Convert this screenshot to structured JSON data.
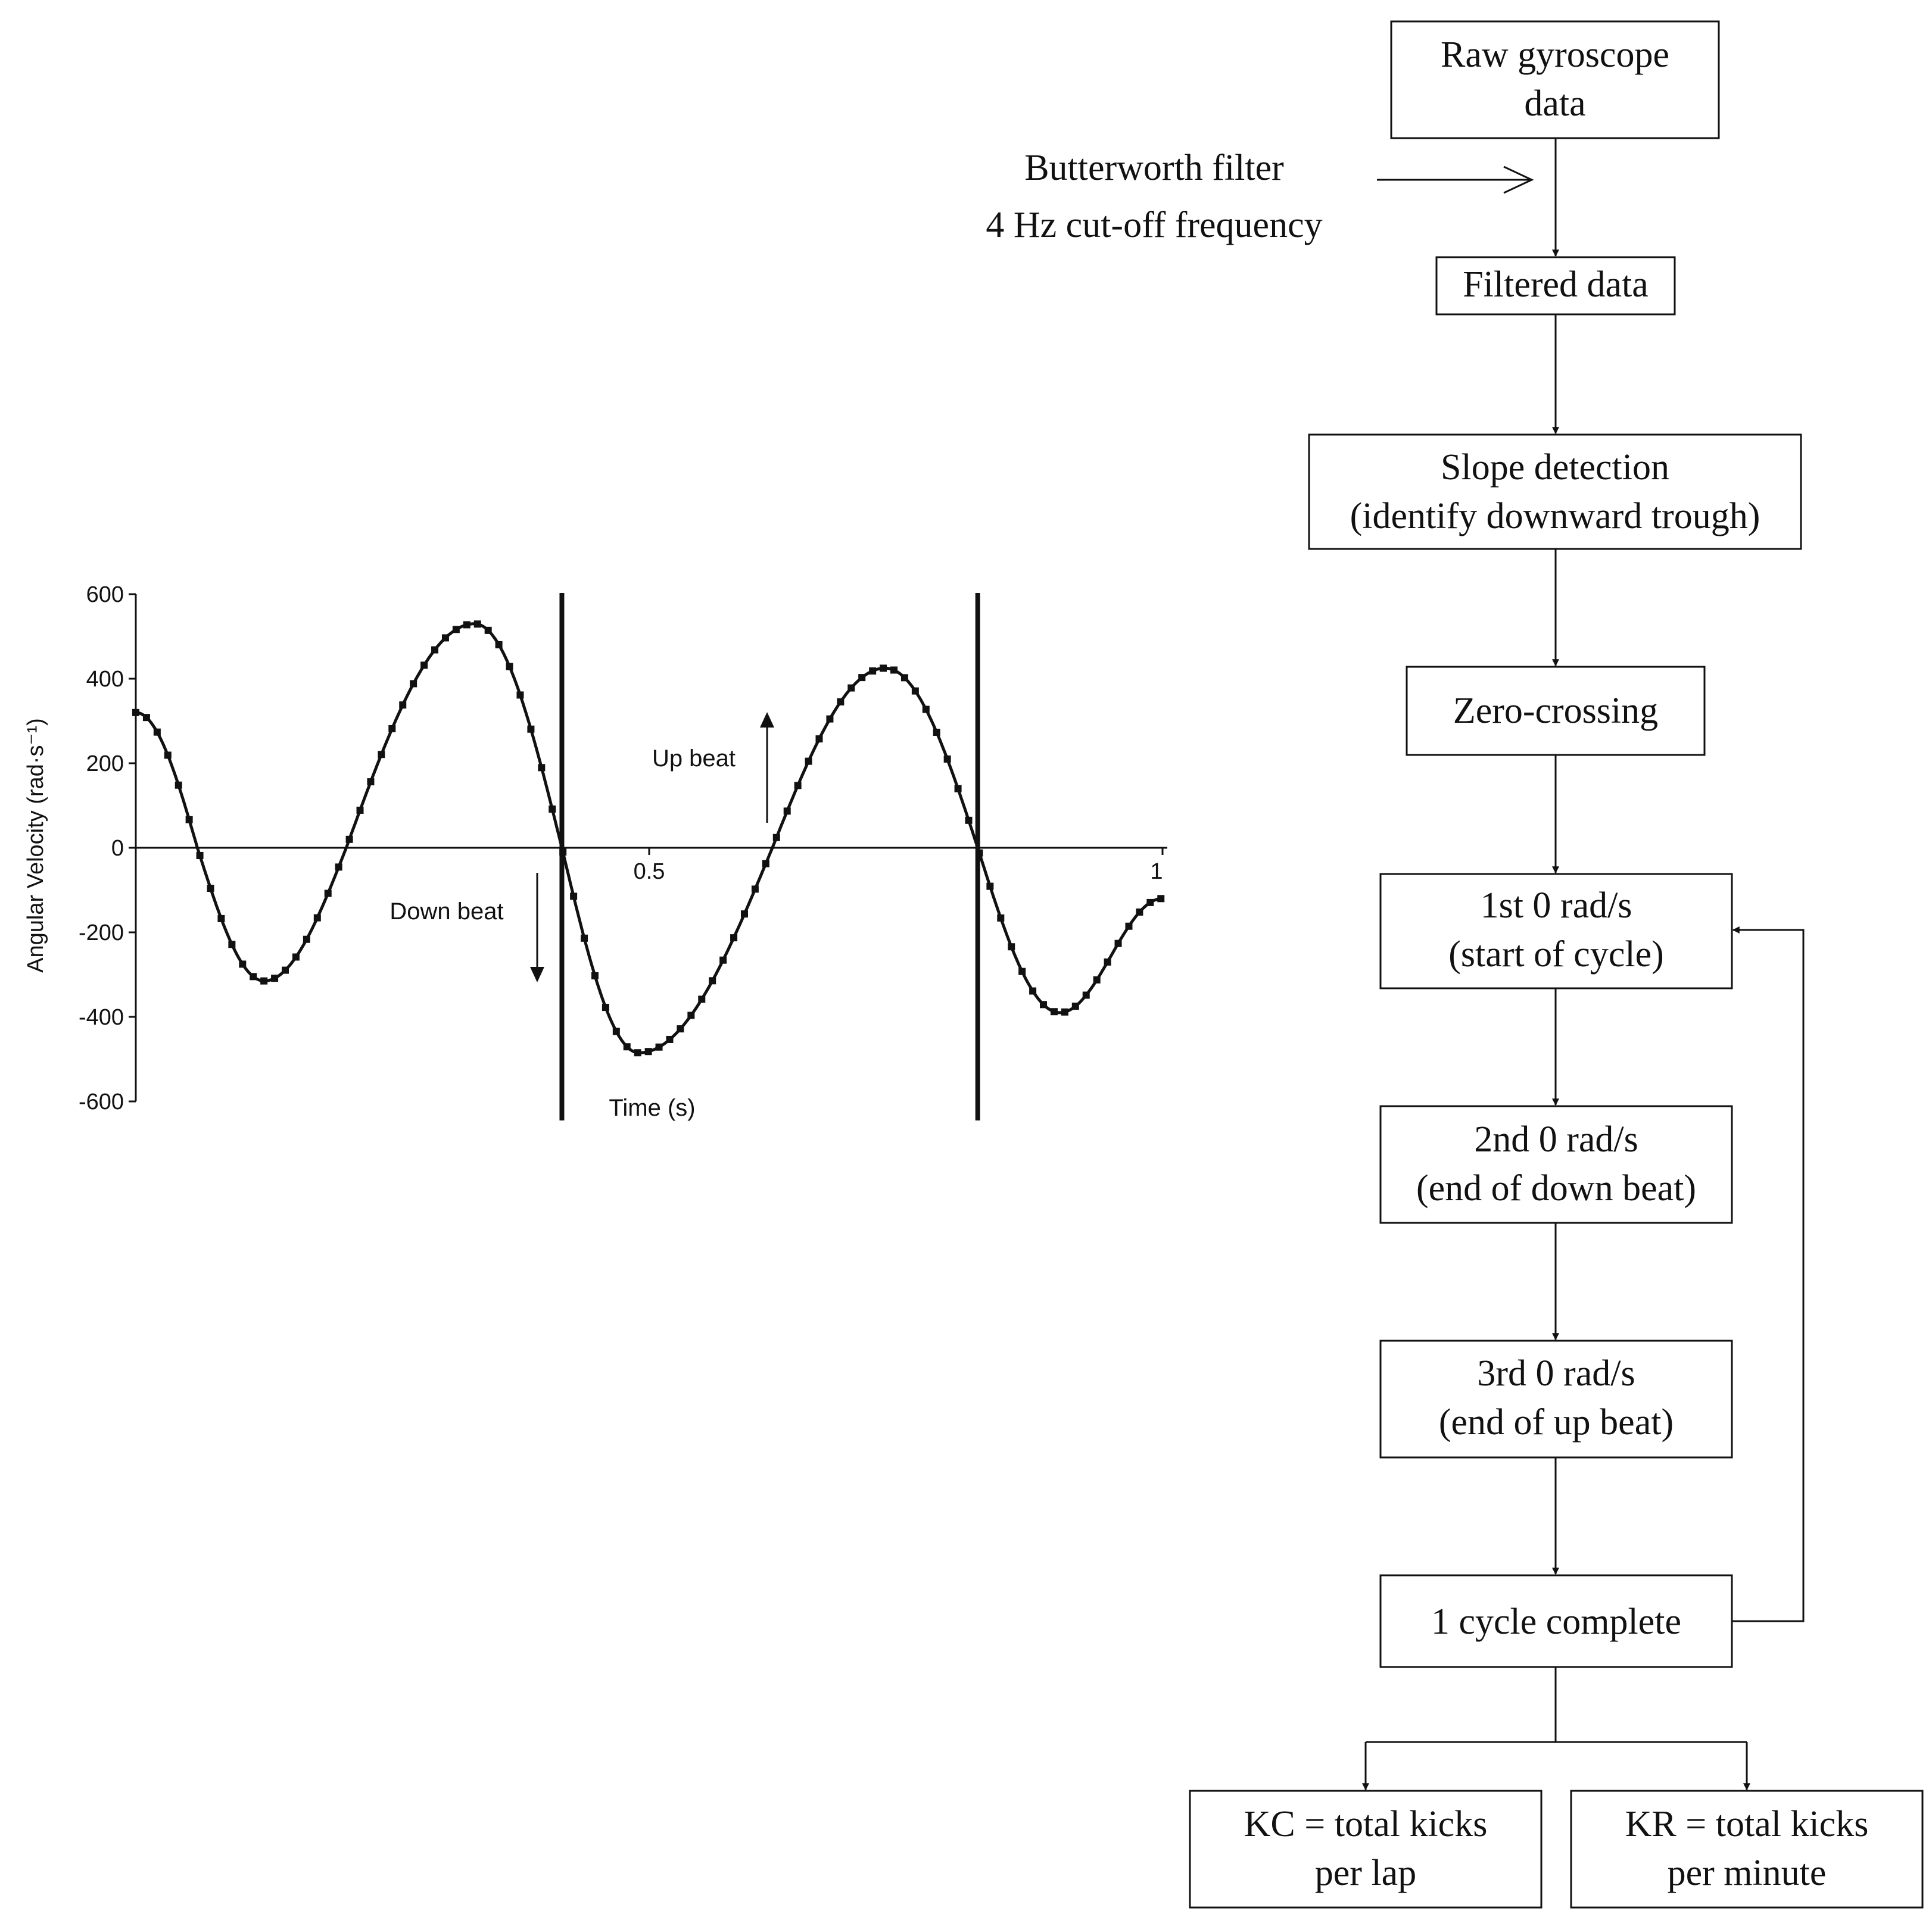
{
  "flowchart": {
    "raw": [
      "Raw gyroscope",
      "data"
    ],
    "filter_note": [
      "Butterworth filter",
      "4 Hz cut-off frequency"
    ],
    "filtered": [
      "Filtered data"
    ],
    "slope": [
      "Slope detection",
      "(identify downward trough)"
    ],
    "zero_crossing": [
      "Zero-crossing"
    ],
    "first_zero": [
      "1st 0 rad/s",
      "(start of cycle)"
    ],
    "second_zero": [
      "2nd 0 rad/s",
      "(end of down beat)"
    ],
    "third_zero": [
      "3rd 0 rad/s",
      "(end of up beat)"
    ],
    "cycle_complete": [
      "1 cycle complete"
    ],
    "kc": [
      "KC = total kicks",
      "per lap"
    ],
    "kr": [
      "KR = total kicks",
      "per minute"
    ]
  },
  "chart_data": {
    "type": "line",
    "title": "",
    "xlabel": "Time (s)",
    "ylabel": "Angular Velocity (rad·s⁻¹)",
    "xlim": [
      0,
      1.0
    ],
    "ylim": [
      -600,
      600
    ],
    "y_ticks": [
      600,
      400,
      200,
      0,
      -200,
      -400,
      -600
    ],
    "x_ticks": [
      {
        "value": 0.5,
        "label": "0.5"
      },
      {
        "value": 1.0,
        "label": "1"
      }
    ],
    "series": [
      {
        "x": [
          0,
          0.06,
          0.125,
          0.205,
          0.33,
          0.415,
          0.49,
          0.62,
          0.73,
          0.82,
          0.9,
          1.0
        ],
        "y": [
          320,
          0,
          -315,
          0,
          530,
          0,
          -485,
          0,
          425,
          0,
          -390,
          -120
        ]
      }
    ],
    "vertical_markers": [
      0.415,
      0.82
    ],
    "annotations": [
      {
        "text": "Up beat",
        "direction": "up"
      },
      {
        "text": "Down beat",
        "direction": "down"
      }
    ],
    "sample_spacing": 0.0104
  }
}
